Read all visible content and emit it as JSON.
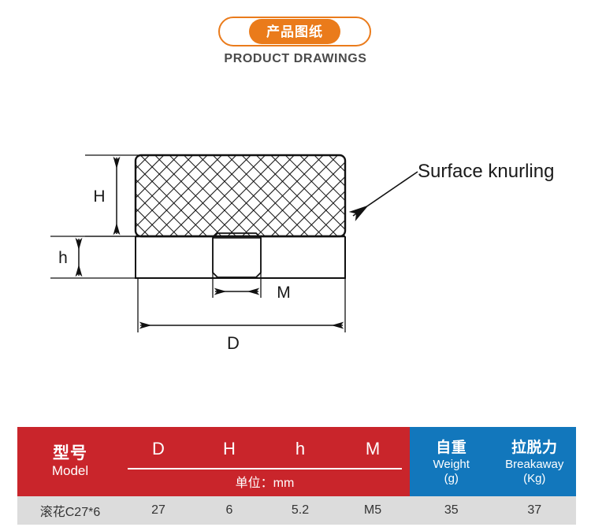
{
  "header": {
    "badge_cn": "产品图纸",
    "subtitle_en": "PRODUCT DRAWINGS",
    "badge_color": "#ea7b1b"
  },
  "drawing": {
    "labels": {
      "height_total": "H",
      "height_shank": "h",
      "thread": "M",
      "diameter": "D",
      "annotation": "Surface knurling"
    }
  },
  "table": {
    "colors": {
      "header_red": "#c9252b",
      "header_blue": "#1277bc",
      "row_gray": "#dcdcdc"
    },
    "header": {
      "model_cn": "型号",
      "model_en": "Model",
      "dims": [
        "D",
        "H",
        "h",
        "M"
      ],
      "unit_note": "单位：mm",
      "weight_cn": "自重",
      "weight_en": "Weight",
      "weight_unit": "(g)",
      "breakaway_cn": "拉脱力",
      "breakaway_en": "Breakaway",
      "breakaway_unit": "(Kg)"
    },
    "rows": [
      {
        "model": "滚花C27*6",
        "D": "27",
        "H": "6",
        "h": "5.2",
        "M": "M5",
        "weight": "35",
        "breakaway": "37"
      }
    ]
  }
}
